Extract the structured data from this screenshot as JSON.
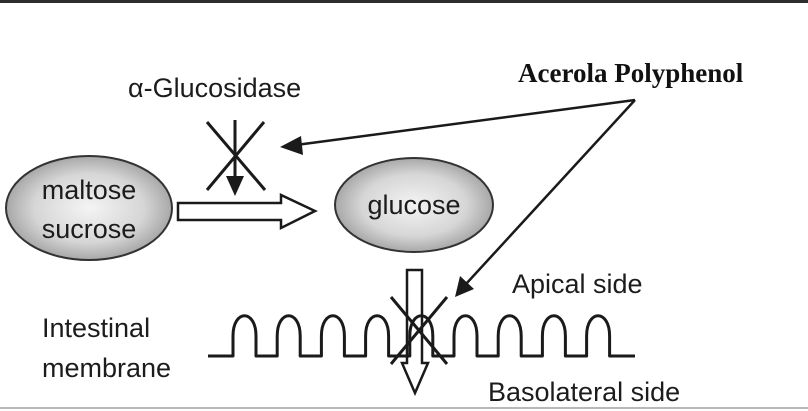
{
  "diagram": {
    "enzyme_label": "α-Glucosidase",
    "inhibitor_label": "Acerola Polyphenol",
    "substrate_lines": [
      "maltose",
      "sucrose"
    ],
    "product_label": "glucose",
    "membrane_label_lines": [
      "Intestinal",
      "membrane"
    ],
    "apical_label": "Apical side",
    "basolateral_label": "Basolateral side",
    "villi_count": 9,
    "colors": {
      "ellipse_center": "#f2f2f2",
      "ellipse_edge": "#9a9a9a",
      "stroke": "#1a1a1a",
      "top_border": "#2e2e2e",
      "bottom_border": "#b8b8b8"
    }
  }
}
